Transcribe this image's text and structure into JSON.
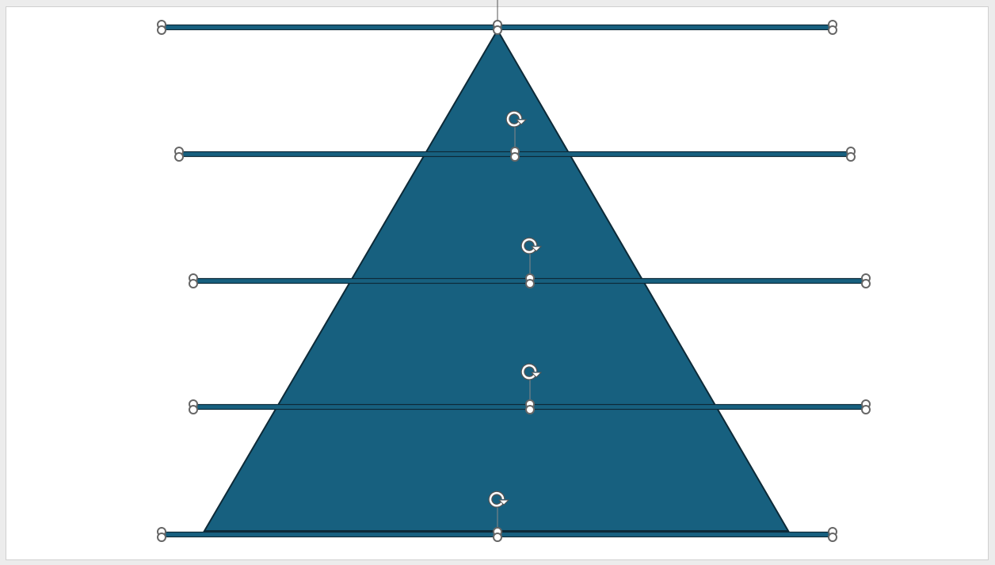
{
  "colors": {
    "workspace": "#ececec",
    "slide": "#ffffff",
    "shape_fill": "#17607f",
    "shape_outline": "#0d2a38",
    "handle_stroke": "#666666",
    "handle_fill": "#ffffff"
  },
  "slide": {
    "shapes": [
      {
        "type": "triangle",
        "name": "pyramid-triangle"
      },
      {
        "type": "line",
        "name": "horizontal-line-1",
        "selected": true,
        "rotation_handle": false
      },
      {
        "type": "line",
        "name": "horizontal-line-2",
        "selected": true,
        "rotation_handle": true
      },
      {
        "type": "line",
        "name": "horizontal-line-3",
        "selected": true,
        "rotation_handle": true
      },
      {
        "type": "line",
        "name": "horizontal-line-4",
        "selected": true,
        "rotation_handle": true
      },
      {
        "type": "line",
        "name": "horizontal-line-5",
        "selected": true,
        "rotation_handle": true
      }
    ]
  }
}
